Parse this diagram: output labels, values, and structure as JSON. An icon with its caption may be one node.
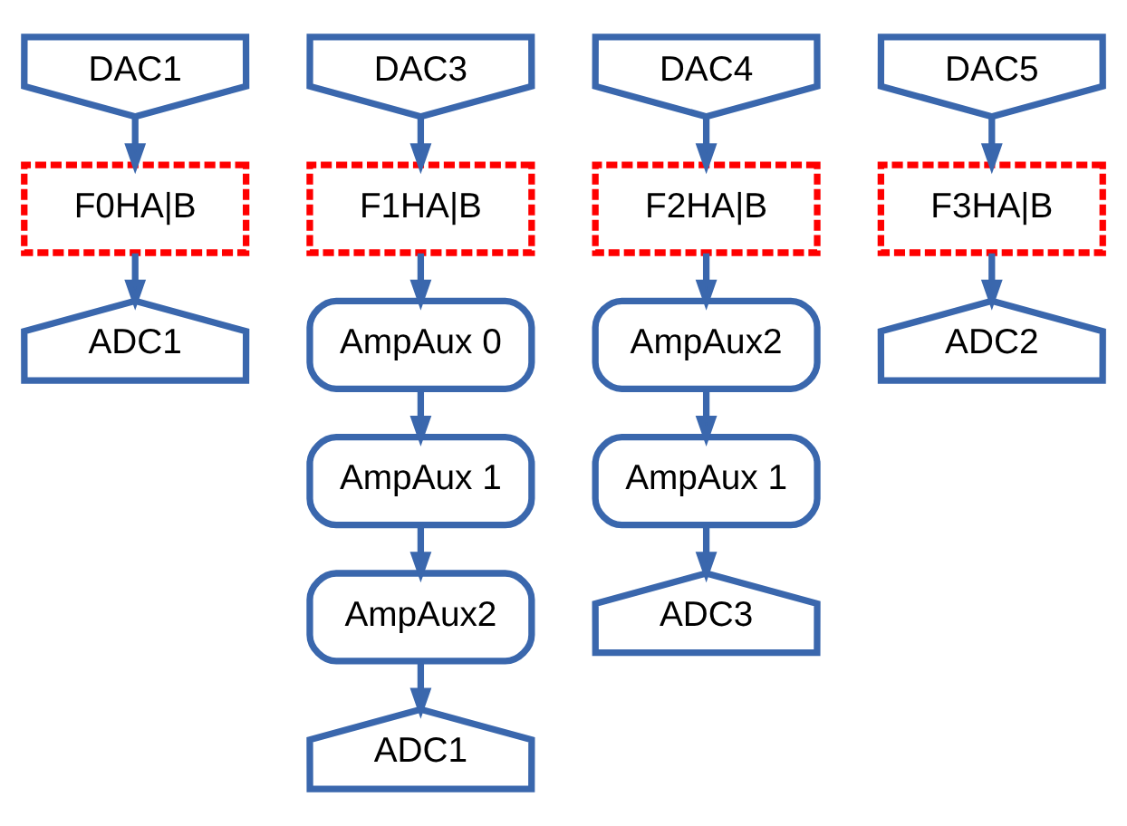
{
  "diagram": {
    "nodes": [
      {
        "text": [
          "DAC1"
        ]
      },
      {
        "text": [
          "F0HA|B"
        ]
      },
      {
        "text": [
          "ADC1"
        ]
      },
      {
        "text": [
          "DAC3"
        ]
      },
      {
        "text": [
          "F1HA|B"
        ]
      },
      {
        "text": [
          "AmpAux 0"
        ]
      },
      {
        "text": [
          "AmpAux 1"
        ]
      },
      {
        "text": [
          "AmpAux2"
        ]
      },
      {
        "text": [
          "ADC1"
        ]
      },
      {
        "text": [
          "DAC4"
        ]
      },
      {
        "text": [
          "F2HA|B"
        ]
      },
      {
        "text": [
          "AmpAux2"
        ]
      },
      {
        "text": [
          "AmpAux 1"
        ]
      },
      {
        "text": [
          "ADC3"
        ]
      },
      {
        "text": [
          "DAC5"
        ]
      },
      {
        "text": [
          "F3HA|B"
        ]
      },
      {
        "text": [
          "ADC2"
        ]
      }
    ],
    "edges": [
      {
        "from": 0,
        "to": 1,
        "arrow": "to"
      },
      {
        "from": 1,
        "to": 2,
        "arrow": "to"
      },
      {
        "from": 3,
        "to": 4,
        "arrow": "to"
      },
      {
        "from": 4,
        "to": 5,
        "arrow": "to"
      },
      {
        "from": 5,
        "to": 6,
        "arrow": "to"
      },
      {
        "from": 6,
        "to": 7,
        "arrow": "to"
      },
      {
        "from": 7,
        "to": 8,
        "arrow": "to"
      },
      {
        "from": 9,
        "to": 10,
        "arrow": "to"
      },
      {
        "from": 10,
        "to": 11,
        "arrow": "to"
      },
      {
        "from": 11,
        "to": 12,
        "arrow": "to"
      },
      {
        "from": 12,
        "to": 13,
        "arrow": "to"
      },
      {
        "from": 14,
        "to": 15,
        "arrow": "to"
      },
      {
        "from": 15,
        "to": 16,
        "arrow": "to"
      }
    ]
  }
}
